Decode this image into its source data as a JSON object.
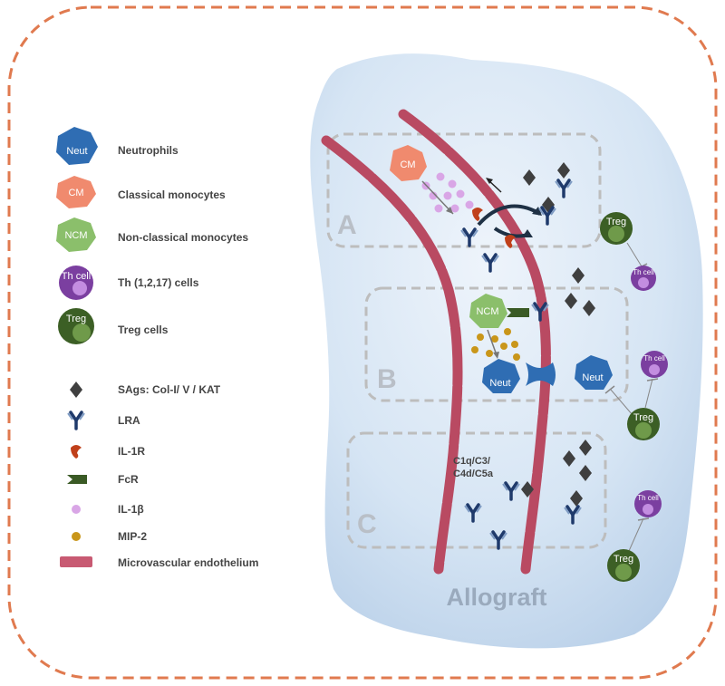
{
  "legend": {
    "neutrophil_label": "Neutrophils",
    "classical_monocyte_label": "Classical monocytes",
    "nonclassical_monocyte_label": "Non-classical monocytes",
    "th_cell_label": "Th (1,2,17) cells",
    "treg_label": "Treg cells",
    "sags_label": "SAgs: Col-I/ V / KAT",
    "lra_label": "LRA",
    "il1r_label": "IL-1R",
    "fcr_label": "FcR",
    "il1b_label": "IL-1β",
    "mip2_label": "MIP-2",
    "endothelium_label": "Microvascular endothelium"
  },
  "cell_text": {
    "neut": "Neut",
    "cm": "CM",
    "ncm": "NCM",
    "th": "Th cell",
    "treg": "Treg"
  },
  "regions": {
    "a": "A",
    "b": "B",
    "c": "C"
  },
  "complement": {
    "line1": "C1q/C3/",
    "line2": "C4d/C5a"
  },
  "tissue_label": "Allograft",
  "colors": {
    "border": "#e07a4f",
    "neutrophil": "#2f6db3",
    "classical_monocyte": "#f08a6e",
    "nonclassical_monocyte": "#8bbf6b",
    "th_cell": "#7b3fa0",
    "treg": "#3c5f25",
    "endothelium": "#b94a62",
    "il1b": "#d9a6e6",
    "mip2": "#c9961a",
    "il1r": "#c0401a",
    "fcr": "#3a5a25",
    "sag": "#3f3f3f",
    "lra": "#1f3a6b"
  },
  "icons": [
    "neutrophil-icon",
    "classical-monocyte-icon",
    "nonclassical-monocyte-icon",
    "th-cell-icon",
    "treg-icon",
    "sag-diamond-icon",
    "lra-antibody-icon",
    "il1r-icon",
    "fcr-icon",
    "il1b-dot-icon",
    "mip2-dot-icon",
    "endothelium-bar-icon"
  ]
}
